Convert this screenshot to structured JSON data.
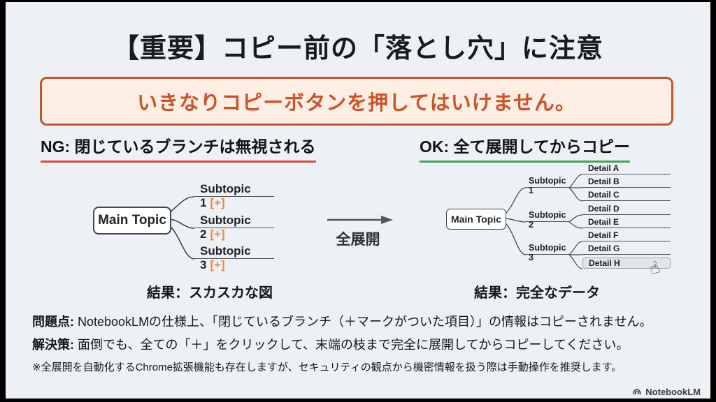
{
  "title": "【重要】コピー前の「落とし穴」に注意",
  "alert": {
    "text": "いきなりコピーボタンを押してはいけません。"
  },
  "ng_section": {
    "heading": "NG: 閉じているブランチは無視される",
    "result": "結果：スカスカな図",
    "map": {
      "root": "Main Topic",
      "subtopics": [
        {
          "label": "Subtopic 1",
          "badge": "[+]"
        },
        {
          "label": "Subtopic 2",
          "badge": "[+]"
        },
        {
          "label": "Subtopic 3",
          "badge": "[+]"
        }
      ]
    }
  },
  "transition": {
    "label": "全展開"
  },
  "ok_section": {
    "heading": "OK: 全て展開してからコピー",
    "result": "結果：完全なデータ",
    "map": {
      "root": "Main Topic",
      "subtopics": [
        "Subtopic 1",
        "Subtopic 2",
        "Subtopic 3"
      ],
      "details": [
        "Detail A",
        "Detail B",
        "Detail C",
        "Detail D",
        "Detail E",
        "Detail F",
        "Detail G",
        "Detail H"
      ],
      "highlighted_detail": "Detail H"
    }
  },
  "notes": {
    "problem_label": "問題点:",
    "problem_text": " NotebookLMの仕様上、「閉じているブランチ（＋マークがついた項目）」の情報はコピーされません。",
    "solution_label": "解決策:",
    "solution_text": " 面倒でも、全ての「＋」をクリックして、末端の枝まで完全に展開してからコピーしてください。",
    "caveat": "※全展開を自動化するChrome拡張機能も存在しますが、セキュリティの観点から機密情報を扱う際は手動操作を推奨します。"
  },
  "footer": {
    "brand": "NotebookLM"
  },
  "icons": {
    "transition": "right-arrow-icon",
    "pointer": "hand-cursor-icon",
    "brand": "notebooklm-logo-icon"
  },
  "colors": {
    "background": "#edf1f5",
    "alert_border": "#c2552e",
    "alert_bg": "#fdeee4",
    "alert_text": "#ce5227",
    "ng_underline": "#db4a3f",
    "ok_underline": "#3fa45b",
    "plus_badge": "#e78b3a",
    "map_line": "#3f474f",
    "highlight_bg": "#e1e5e9"
  }
}
